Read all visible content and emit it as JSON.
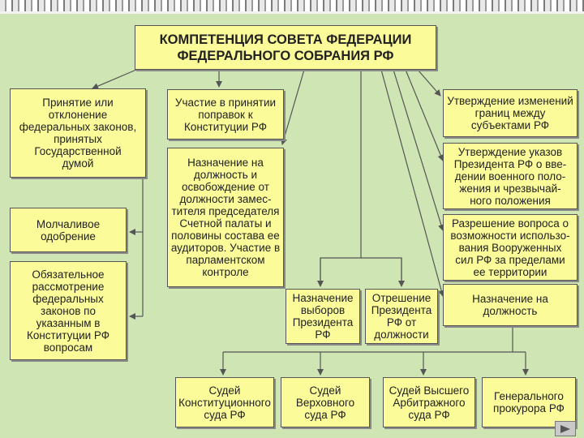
{
  "title": "КОМПЕТЕНЦИЯ СОВЕТА ФЕДЕРАЦИИ\nФЕДЕРАЛЬНОГО СОБРАНИЯ РФ",
  "boxes": {
    "acceptance": "Принятие или\nотклонение\nфедеральных законов,\nпринятых\nГосударственной\nдумой",
    "silent": "Молчаливое\nодобрение",
    "mandatory": "Обязательное\nрассмотрение\nфедеральных\nзаконов по\nуказанным в\nКонституции РФ\nвопросам",
    "amendments": "Участие в принятии\nпоправок к\nКонституции РФ",
    "appointment_audit": "Назначение на\nдолжность и\nосвобождение от\nдолжности замес-\nтителя председателя\nСчетной палаты и\nполовины состава ее\nаудиторов. Участие в\nпарламентском\nконтроле",
    "borders": "Утверждение изменений\nграниц между\nсубъектами РФ",
    "martial": "Утверждение указов\nПрезидента РФ о вве-\nдении военного поло-\nжения и чрезвычай-\nного положения",
    "troops": "Разрешение вопроса о\nвозможности использо-\nвания Вооруженных\nсил РФ за пределами\nее территории",
    "elections": "Назначение\nвыборов\nПрезидента\nРФ",
    "impeachment": "Отрешение\nПрезидента\nРФ от\nдолжности",
    "appointment": "Назначение на\nдолжность",
    "judges_const": "Судей\nКонституционного\nсуда РФ",
    "judges_supreme": "Судей\nВерховного\nсуда РФ",
    "judges_arbitr": "Судей Высшего\nАрбитражного\nсуда РФ",
    "prosecutor": "Генерального\nпрокурора РФ"
  },
  "colors": {
    "background": "#cfe6b4",
    "box": "#fbfb9a",
    "line": "#555555"
  },
  "nav_icon": "next-slide-icon"
}
